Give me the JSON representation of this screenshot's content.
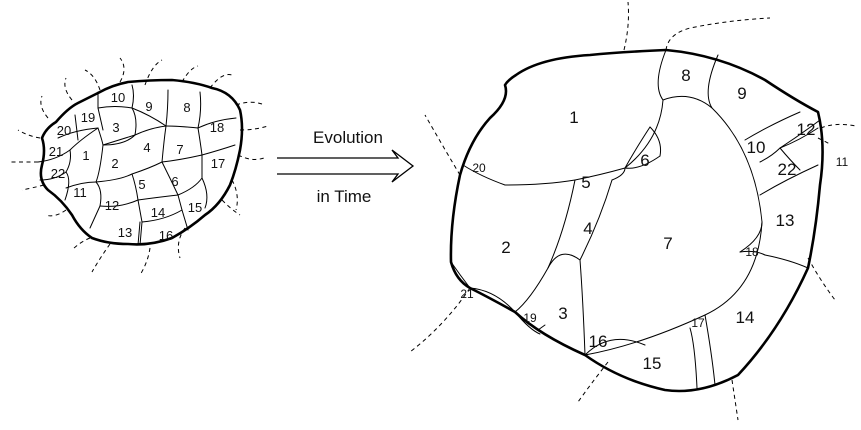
{
  "arrow": {
    "text_top": "Evolution",
    "text_bottom": "in Time"
  },
  "small_grains": {
    "labels": [
      "1",
      "2",
      "3",
      "4",
      "5",
      "6",
      "7",
      "8",
      "9",
      "10",
      "11",
      "12",
      "13",
      "14",
      "15",
      "16",
      "17",
      "18",
      "19",
      "20",
      "21",
      "22"
    ]
  },
  "large_grains": {
    "labels": [
      "1",
      "2",
      "3",
      "4",
      "5",
      "6",
      "7",
      "8",
      "9",
      "10",
      "11",
      "12",
      "13",
      "14",
      "15",
      "16",
      "17",
      "18",
      "19",
      "20",
      "21",
      "22"
    ]
  }
}
